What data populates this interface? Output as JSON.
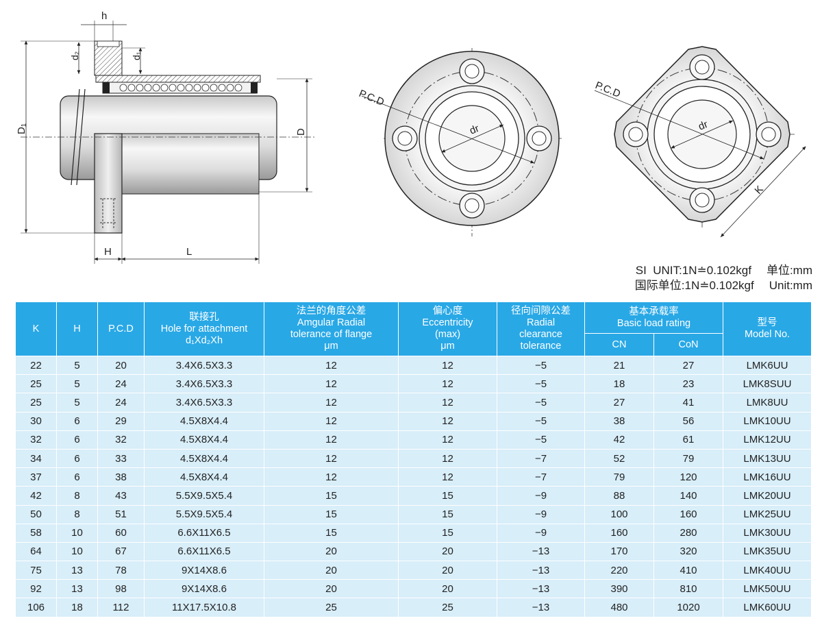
{
  "drawing_labels": {
    "side_h": "h",
    "side_d2": "d₂",
    "side_d1": "d₁",
    "side_D1": "D₁",
    "side_D": "D",
    "side_H": "H",
    "side_L": "L",
    "round_pcd": "P.C.D",
    "round_dr": "dr",
    "square_pcd": "P.C.D",
    "square_dr": "dr",
    "square_K": "K"
  },
  "units": {
    "line1_left": "SI  UNIT:1N≐0.102kgf",
    "line1_right": "单位:mm",
    "line2_left": "国际单位:1N≐0.102kgf",
    "line2_right": "Unit:mm"
  },
  "table": {
    "headers": {
      "k": "K",
      "h": "H",
      "pcd": "P.C.D",
      "hole_cn": "联接孔",
      "hole_en": "Hole for attachment",
      "hole_sub": "d₁Xd₂Xh",
      "ang_cn": "法兰的角度公差",
      "ang_en1": "Amgular Radial",
      "ang_en2": "tolerance of flange",
      "ang_unit": "μm",
      "ecc_cn": "偏心度",
      "ecc_en1": "Eccentricity",
      "ecc_en2": "(max)",
      "ecc_unit": "μm",
      "rad_cn": "径向间隙公差",
      "rad_en1": "Radial",
      "rad_en2": "clearance",
      "rad_en3": "tolerance",
      "load_cn": "基本承载率",
      "load_en": "Basic load rating",
      "cn": "CN",
      "con": "CoN",
      "model_cn": "型号",
      "model_en": "Model No."
    },
    "rows": [
      [
        "22",
        "5",
        "20",
        "3.4X6.5X3.3",
        "12",
        "12",
        "−5",
        "21",
        "27",
        "LMK6UU"
      ],
      [
        "25",
        "5",
        "24",
        "3.4X6.5X3.3",
        "12",
        "12",
        "−5",
        "18",
        "23",
        "LMK8SUU"
      ],
      [
        "25",
        "5",
        "24",
        "3.4X6.5X3.3",
        "12",
        "12",
        "−5",
        "27",
        "41",
        "LMK8UU"
      ],
      [
        "30",
        "6",
        "29",
        "4.5X8X4.4",
        "12",
        "12",
        "−5",
        "38",
        "56",
        "LMK10UU"
      ],
      [
        "32",
        "6",
        "32",
        "4.5X8X4.4",
        "12",
        "12",
        "−5",
        "42",
        "61",
        "LMK12UU"
      ],
      [
        "34",
        "6",
        "33",
        "4.5X8X4.4",
        "12",
        "12",
        "−7",
        "52",
        "79",
        "LMK13UU"
      ],
      [
        "37",
        "6",
        "38",
        "4.5X8X4.4",
        "12",
        "12",
        "−7",
        "79",
        "120",
        "LMK16UU"
      ],
      [
        "42",
        "8",
        "43",
        "5.5X9.5X5.4",
        "15",
        "15",
        "−9",
        "88",
        "140",
        "LMK20UU"
      ],
      [
        "50",
        "8",
        "51",
        "5.5X9.5X5.4",
        "15",
        "15",
        "−9",
        "100",
        "160",
        "LMK25UU"
      ],
      [
        "58",
        "10",
        "60",
        "6.6X11X6.5",
        "15",
        "15",
        "−9",
        "160",
        "280",
        "LMK30UU"
      ],
      [
        "64",
        "10",
        "67",
        "6.6X11X6.5",
        "20",
        "20",
        "−13",
        "170",
        "320",
        "LMK35UU"
      ],
      [
        "75",
        "13",
        "78",
        "9X14X8.6",
        "20",
        "20",
        "−13",
        "220",
        "410",
        "LMK40UU"
      ],
      [
        "92",
        "13",
        "98",
        "9X14X8.6",
        "20",
        "20",
        "−13",
        "390",
        "810",
        "LMK50UU"
      ],
      [
        "106",
        "18",
        "112",
        "11X17.5X10.8",
        "25",
        "25",
        "−13",
        "480",
        "1020",
        "LMK60UU"
      ]
    ]
  }
}
